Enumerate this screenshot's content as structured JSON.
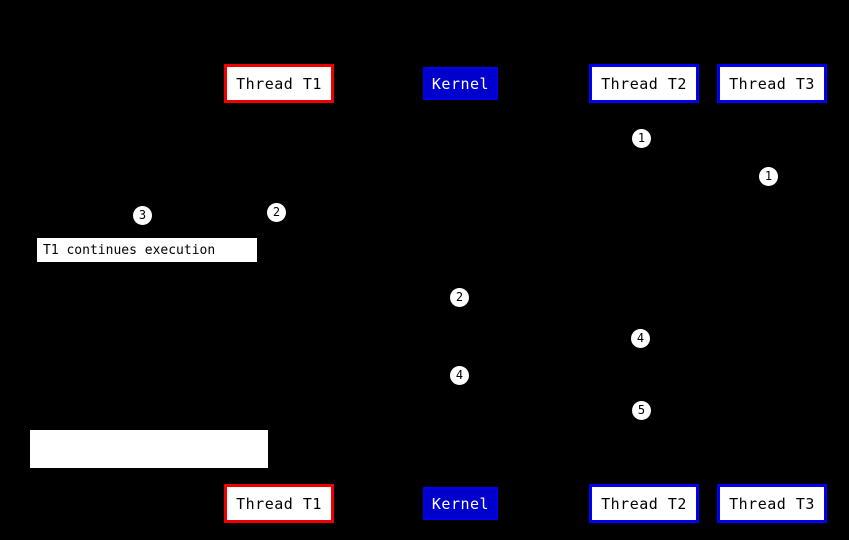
{
  "colors": {
    "background": "#000000",
    "thread_t1_border": "#ee0000",
    "thread_border": "#0000ee",
    "kernel_bg": "#0000cc",
    "box_bg": "#ffffff"
  },
  "boxes": {
    "top": [
      {
        "label": "Thread T1"
      },
      {
        "label": "Kernel"
      },
      {
        "label": "Thread T2"
      },
      {
        "label": "Thread T3"
      }
    ],
    "bottom": [
      {
        "label": "Thread T1"
      },
      {
        "label": "Kernel"
      },
      {
        "label": "Thread T2"
      },
      {
        "label": "Thread T3"
      }
    ]
  },
  "markers": [
    {
      "label": "1"
    },
    {
      "label": "1"
    },
    {
      "label": "3"
    },
    {
      "label": "2"
    },
    {
      "label": "2"
    },
    {
      "label": "4"
    },
    {
      "label": "4"
    },
    {
      "label": "5"
    }
  ],
  "annotations": {
    "t1_continues": "T1 continues execution"
  }
}
